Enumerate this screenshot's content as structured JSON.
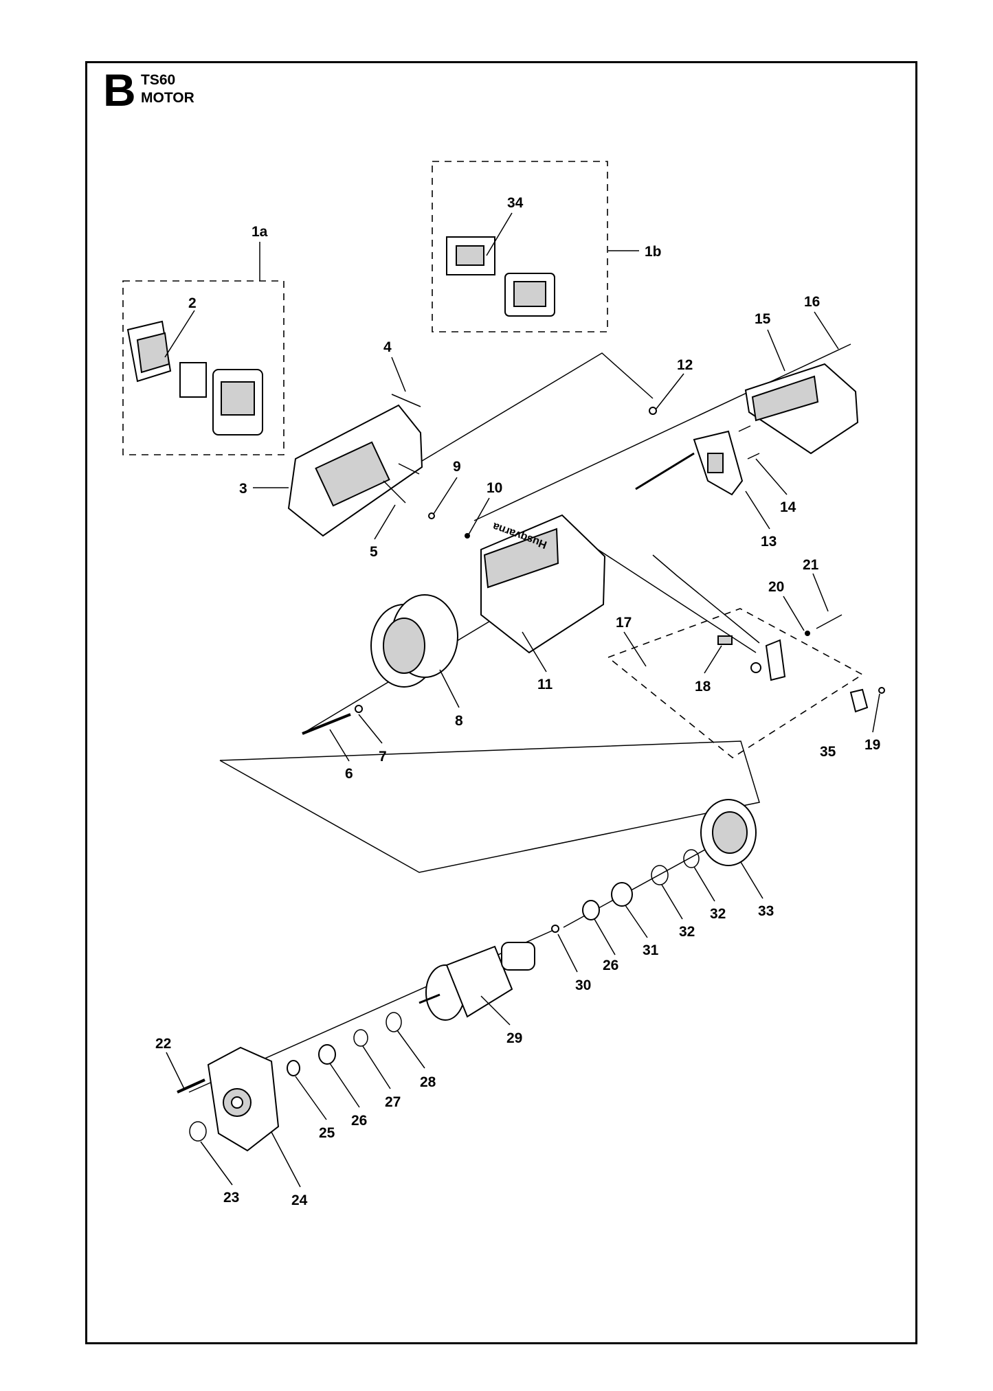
{
  "header": {
    "section_letter": "B",
    "model": "TS60",
    "title": "MOTOR"
  },
  "callouts": [
    {
      "key": "1a",
      "label": "1a"
    },
    {
      "key": "1b",
      "label": "1b"
    },
    {
      "key": "2",
      "label": "2"
    },
    {
      "key": "3",
      "label": "3"
    },
    {
      "key": "4",
      "label": "4"
    },
    {
      "key": "5",
      "label": "5"
    },
    {
      "key": "6",
      "label": "6"
    },
    {
      "key": "7",
      "label": "7"
    },
    {
      "key": "8",
      "label": "8"
    },
    {
      "key": "9",
      "label": "9"
    },
    {
      "key": "10",
      "label": "10"
    },
    {
      "key": "11",
      "label": "11"
    },
    {
      "key": "12",
      "label": "12"
    },
    {
      "key": "13",
      "label": "13"
    },
    {
      "key": "14",
      "label": "14"
    },
    {
      "key": "15",
      "label": "15"
    },
    {
      "key": "16",
      "label": "16"
    },
    {
      "key": "17",
      "label": "17"
    },
    {
      "key": "18",
      "label": "18"
    },
    {
      "key": "19",
      "label": "19"
    },
    {
      "key": "20",
      "label": "20"
    },
    {
      "key": "21",
      "label": "21"
    },
    {
      "key": "22",
      "label": "22"
    },
    {
      "key": "23",
      "label": "23"
    },
    {
      "key": "24",
      "label": "24"
    },
    {
      "key": "25",
      "label": "25"
    },
    {
      "key": "26a",
      "label": "26"
    },
    {
      "key": "26b",
      "label": "26"
    },
    {
      "key": "27",
      "label": "27"
    },
    {
      "key": "28",
      "label": "28"
    },
    {
      "key": "29",
      "label": "29"
    },
    {
      "key": "30",
      "label": "30"
    },
    {
      "key": "31",
      "label": "31"
    },
    {
      "key": "32a",
      "label": "32"
    },
    {
      "key": "32b",
      "label": "32"
    },
    {
      "key": "33",
      "label": "33"
    },
    {
      "key": "34",
      "label": "34"
    },
    {
      "key": "35",
      "label": "35"
    }
  ],
  "logo_text": "Husqvarna"
}
